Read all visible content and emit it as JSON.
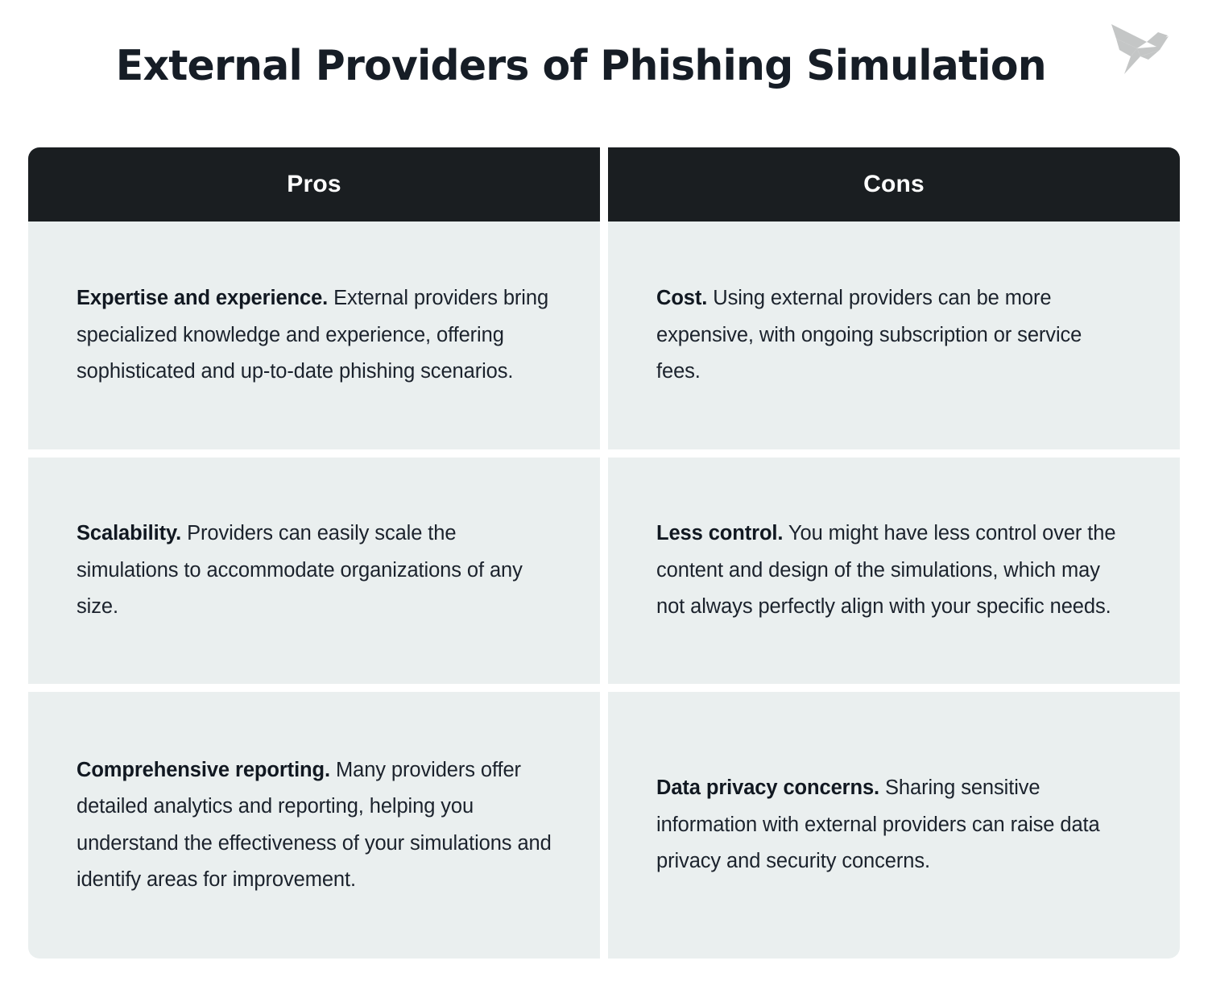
{
  "header": {
    "title": "External Providers of Phishing Simulation",
    "logo_icon": "origami-bird-logo"
  },
  "colors": {
    "page_background": "#ffffff",
    "header_row_background": "#1a1e21",
    "header_row_text": "#ffffff",
    "cell_background": "#eaefef",
    "body_text": "#1b222c",
    "title_text": "#161d26",
    "logo": "#c4c6c6"
  },
  "table": {
    "columns": [
      {
        "key": "pros",
        "label": "Pros"
      },
      {
        "key": "cons",
        "label": "Cons"
      }
    ],
    "rows": [
      {
        "pros": {
          "lead": "Expertise and experience.",
          "body": " External providers bring specialized knowledge and experience, offering sophisticated and up-to-date phishing scenarios."
        },
        "cons": {
          "lead": "Cost.",
          "body": " Using external providers can be more expensive, with ongoing subscription or service fees."
        }
      },
      {
        "pros": {
          "lead": "Scalability.",
          "body": " Providers can easily scale the simulations to accommodate organizations of any size."
        },
        "cons": {
          "lead": "Less control.",
          "body": " You might have less control over the content and design of the simulations, which may not always perfectly align with your specific needs."
        }
      },
      {
        "pros": {
          "lead": "Comprehensive reporting.",
          "body": " Many providers offer detailed analytics and reporting, helping you understand the effectiveness of your simulations and identify areas for improvement."
        },
        "cons": {
          "lead": "Data privacy concerns.",
          "body": " Sharing sensitive information with external providers can raise data privacy and security concerns."
        }
      }
    ]
  }
}
